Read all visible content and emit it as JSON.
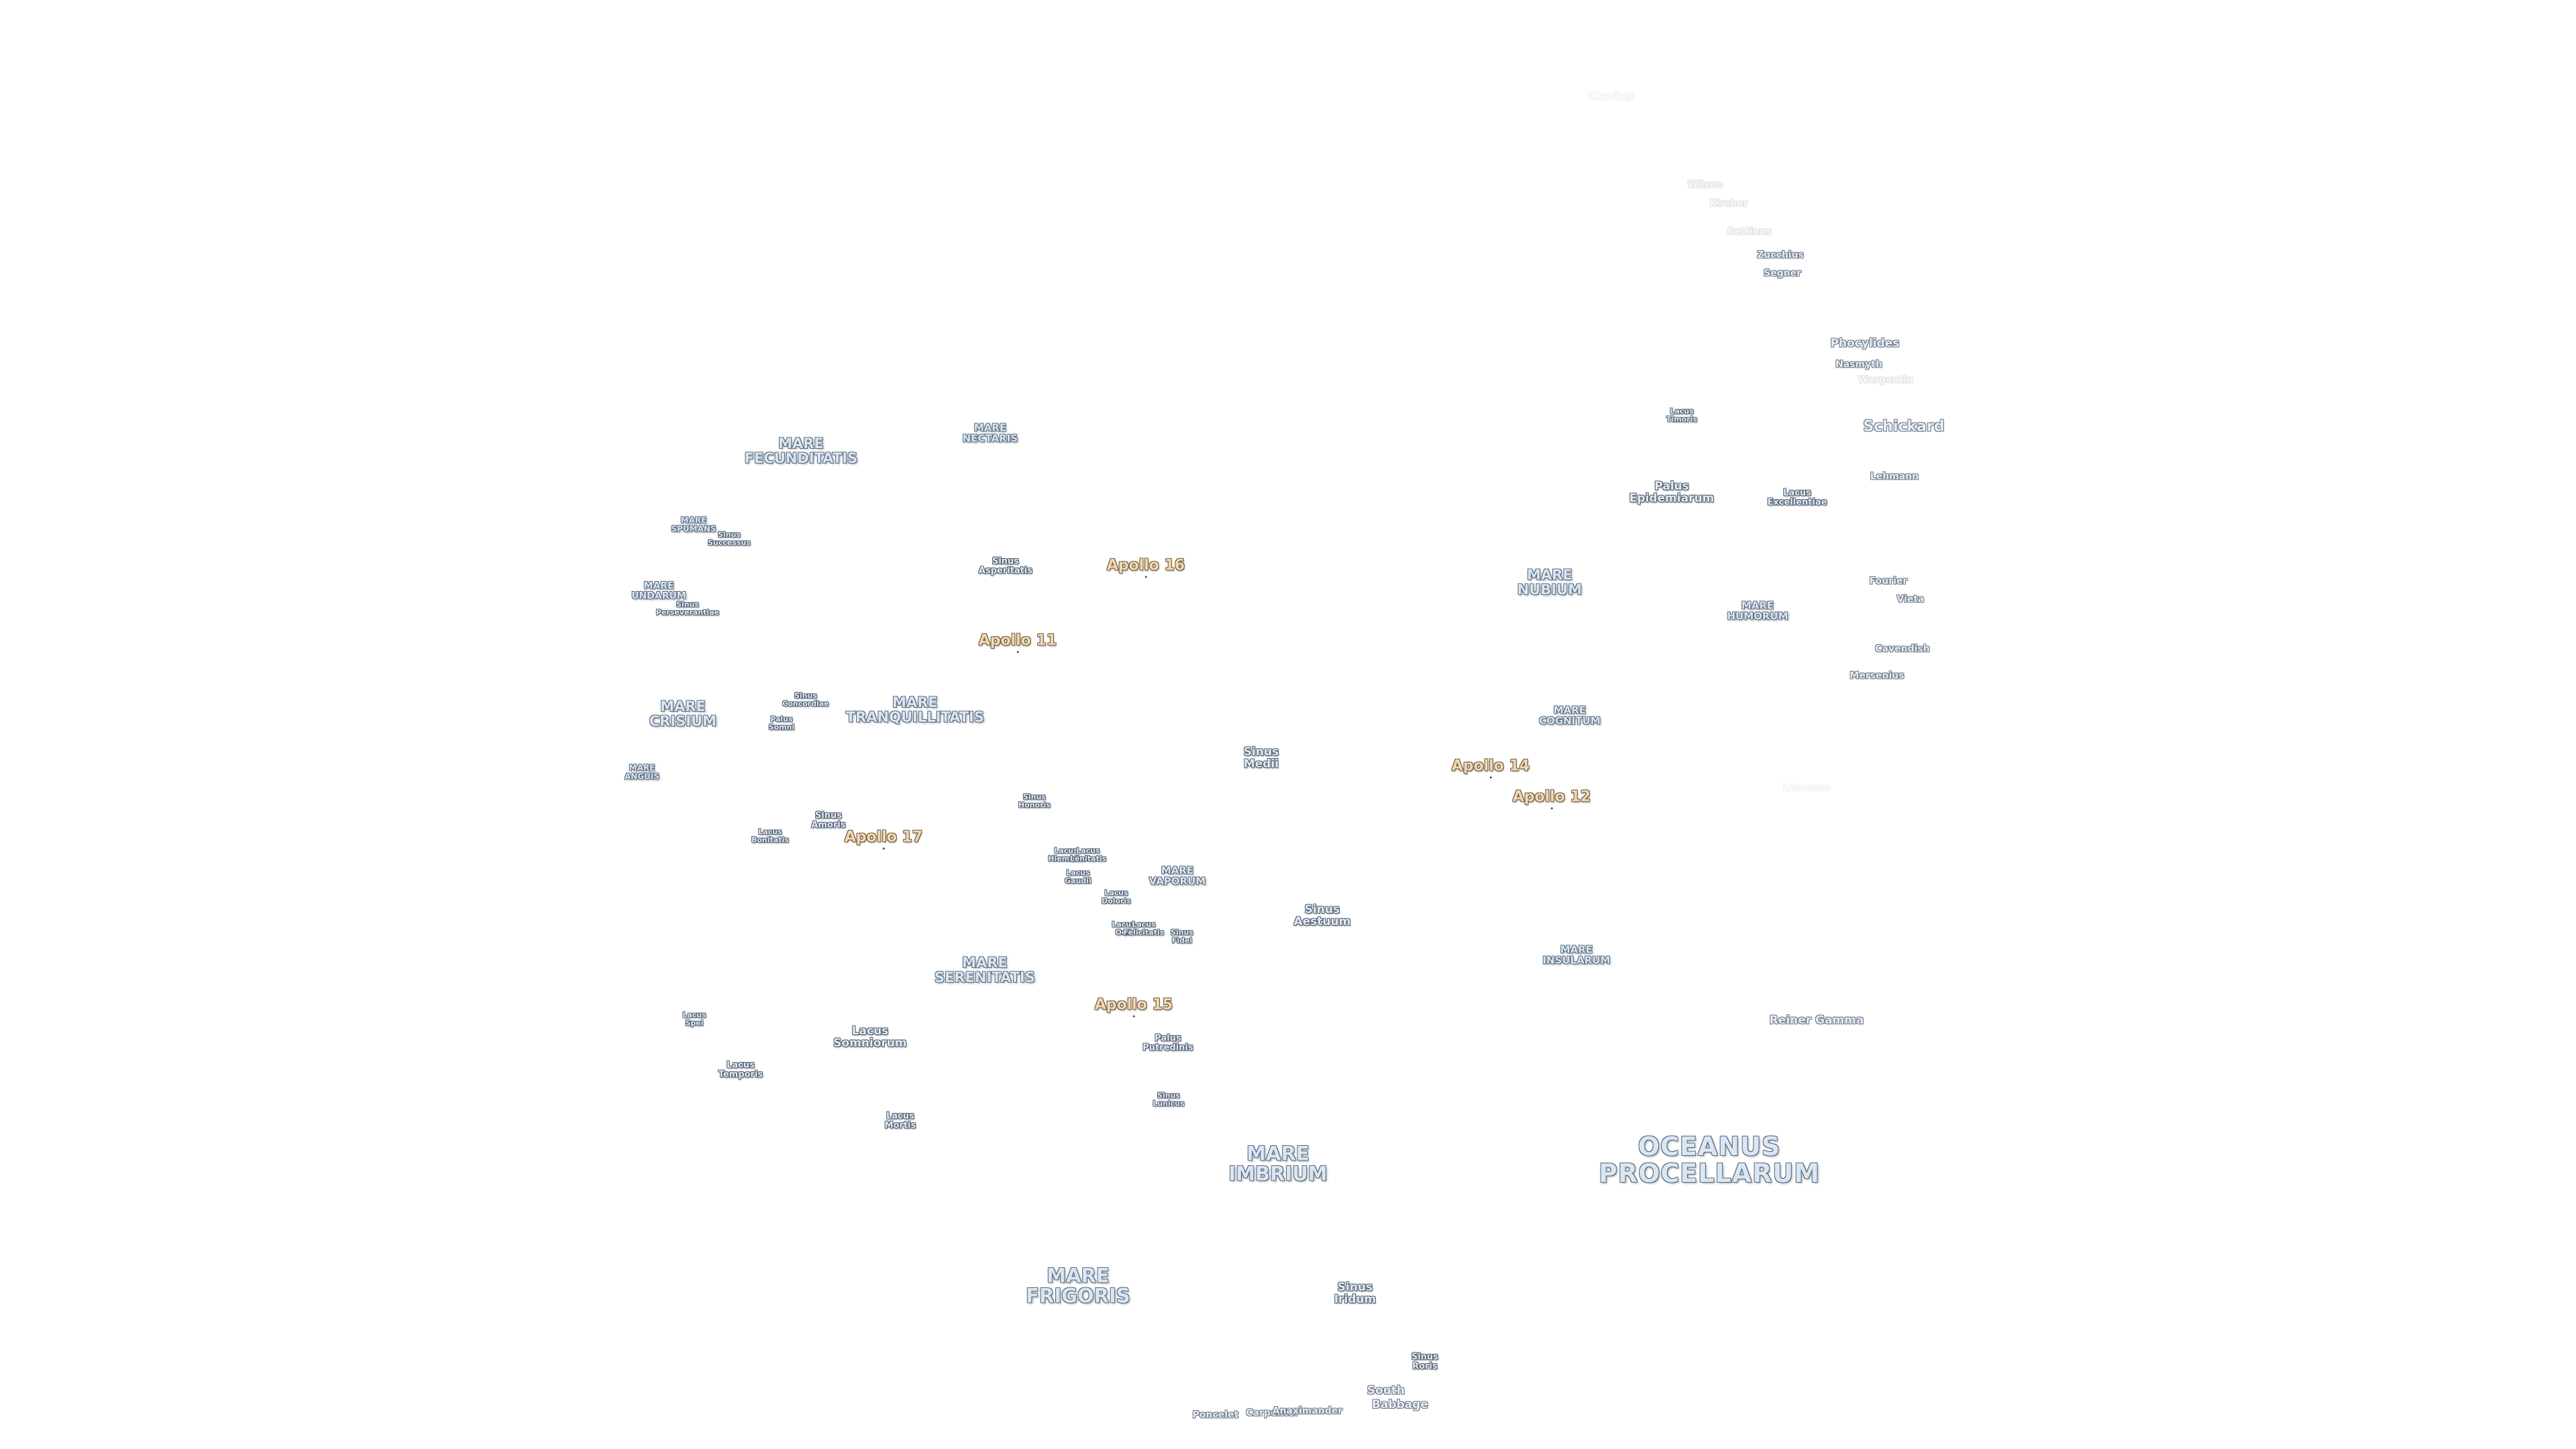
{
  "map": {
    "colors": {
      "background": "#ffffff",
      "mare_fill": "#d9e6f3",
      "mare_outline": "#5a6a7e",
      "apollo_fill": "#f3d9b4",
      "apollo_outline": "#6e5a3c",
      "crater_fill": "#e8eef5"
    },
    "labels": [
      {
        "id": "oceanus-procellarum",
        "lines": [
          "OCEANUS",
          "PROCELLARUM"
        ]
      },
      {
        "id": "mare-imbrium",
        "lines": [
          "MARE",
          "IMBRIUM"
        ]
      },
      {
        "id": "mare-frigoris",
        "lines": [
          "MARE",
          "FRIGORIS"
        ]
      },
      {
        "id": "mare-serenitatis",
        "lines": [
          "MARE",
          "SERENITATIS"
        ]
      },
      {
        "id": "mare-tranquillitatis",
        "lines": [
          "MARE",
          "TRANQUILLITATIS"
        ]
      },
      {
        "id": "mare-fecunditatis",
        "lines": [
          "MARE",
          "FECUNDITATIS"
        ]
      },
      {
        "id": "mare-nectaris",
        "lines": [
          "MARE",
          "NECTARIS"
        ]
      },
      {
        "id": "mare-crisium",
        "lines": [
          "MARE",
          "CRISIUM"
        ]
      },
      {
        "id": "mare-nubium",
        "lines": [
          "MARE",
          "NUBIUM"
        ]
      },
      {
        "id": "mare-humorum",
        "lines": [
          "MARE",
          "HUMORUM"
        ]
      },
      {
        "id": "mare-cognitum",
        "lines": [
          "MARE",
          "COGNITUM"
        ]
      },
      {
        "id": "mare-insularum",
        "lines": [
          "MARE",
          "INSULARUM"
        ]
      },
      {
        "id": "mare-vaporum",
        "lines": [
          "MARE",
          "VAPORUM"
        ]
      },
      {
        "id": "mare-spumans",
        "lines": [
          "MARE",
          "SPUMANS"
        ]
      },
      {
        "id": "mare-undarum",
        "lines": [
          "MARE",
          "UNDARUM"
        ]
      },
      {
        "id": "mare-anguis",
        "lines": [
          "MARE",
          "ANGUIS"
        ]
      },
      {
        "id": "sinus-successus",
        "lines": [
          "Sinus",
          "Successus"
        ]
      },
      {
        "id": "sinus-perseverantiae",
        "lines": [
          "Sinus",
          "Perseverantiae"
        ]
      },
      {
        "id": "sinus-asperitatis",
        "lines": [
          "Sinus",
          "Asperitatis"
        ]
      },
      {
        "id": "sinus-concordiae",
        "lines": [
          "Sinus",
          "Concordiae"
        ]
      },
      {
        "id": "palus-somni",
        "lines": [
          "Palus",
          "Somni"
        ]
      },
      {
        "id": "sinus-medii",
        "lines": [
          "Sinus",
          "Medii"
        ]
      },
      {
        "id": "sinus-honoris",
        "lines": [
          "Sinus",
          "Honoris"
        ]
      },
      {
        "id": "sinus-amoris",
        "lines": [
          "Sinus",
          "Amoris"
        ]
      },
      {
        "id": "lacus-bonitatis",
        "lines": [
          "Lacus",
          "Bonitatis"
        ]
      },
      {
        "id": "lacus-hiemalis",
        "lines": [
          "Lacus",
          "Hiemalis"
        ]
      },
      {
        "id": "lacus-lenitatis",
        "lines": [
          "Lacus",
          "Lenitatis"
        ]
      },
      {
        "id": "lacus-gaudii",
        "lines": [
          "Lacus",
          "Gaudii"
        ]
      },
      {
        "id": "lacus-doloris",
        "lines": [
          "Lacus",
          "Doloris"
        ]
      },
      {
        "id": "lacus-odii",
        "lines": [
          "Lacus",
          "Odii"
        ]
      },
      {
        "id": "lacus-felicitatis",
        "lines": [
          "Lacus",
          "Felicitatis"
        ]
      },
      {
        "id": "sinus-fidei",
        "lines": [
          "Sinus",
          "Fidei"
        ]
      },
      {
        "id": "sinus-aestuum",
        "lines": [
          "Sinus",
          "Aestuum"
        ]
      },
      {
        "id": "lacus-spei",
        "lines": [
          "Lacus",
          "Spei"
        ]
      },
      {
        "id": "lacus-somniorum",
        "lines": [
          "Lacus",
          "Somniorum"
        ]
      },
      {
        "id": "lacus-temporis",
        "lines": [
          "Lacus",
          "Temporis"
        ]
      },
      {
        "id": "lacus-mortis",
        "lines": [
          "Lacus",
          "Mortis"
        ]
      },
      {
        "id": "palus-putredinis",
        "lines": [
          "Palus",
          "Putredinis"
        ]
      },
      {
        "id": "sinus-lunicus",
        "lines": [
          "Sinus",
          "Lunicus"
        ]
      },
      {
        "id": "sinus-iridum",
        "lines": [
          "Sinus",
          "Iridum"
        ]
      },
      {
        "id": "sinus-roris",
        "lines": [
          "Sinus",
          "Roris"
        ]
      },
      {
        "id": "lacus-timoris",
        "lines": [
          "Lacus",
          "Timoris"
        ]
      },
      {
        "id": "palus-epidemiarum",
        "lines": [
          "Palus",
          "Epidemiarum"
        ]
      },
      {
        "id": "lacus-excellentiae",
        "lines": [
          "Lacus",
          "Excellentiae"
        ]
      },
      {
        "id": "apollo-11",
        "lines": [
          "Apollo 11"
        ]
      },
      {
        "id": "apollo-12",
        "lines": [
          "Apollo 12"
        ]
      },
      {
        "id": "apollo-14",
        "lines": [
          "Apollo 14"
        ]
      },
      {
        "id": "apollo-15",
        "lines": [
          "Apollo 15"
        ]
      },
      {
        "id": "apollo-16",
        "lines": [
          "Apollo 16"
        ]
      },
      {
        "id": "apollo-17",
        "lines": [
          "Apollo 17"
        ]
      },
      {
        "id": "crater-clavius",
        "lines": [
          "Clavius"
        ]
      },
      {
        "id": "crater-wilson",
        "lines": [
          "Wilson"
        ]
      },
      {
        "id": "crater-kircher",
        "lines": [
          "Kircher"
        ]
      },
      {
        "id": "crater-bettinus",
        "lines": [
          "Bettinus"
        ]
      },
      {
        "id": "crater-zucchius",
        "lines": [
          "Zucchius"
        ]
      },
      {
        "id": "crater-segner",
        "lines": [
          "Segner"
        ]
      },
      {
        "id": "crater-phocylides",
        "lines": [
          "Phocylides"
        ]
      },
      {
        "id": "crater-nasmyth",
        "lines": [
          "Nasmyth"
        ]
      },
      {
        "id": "crater-wargentin",
        "lines": [
          "Wargentin"
        ]
      },
      {
        "id": "crater-schickard",
        "lines": [
          "Schickard"
        ]
      },
      {
        "id": "crater-lehmann",
        "lines": [
          "Lehmann"
        ]
      },
      {
        "id": "crater-fourier",
        "lines": [
          "Fourier"
        ]
      },
      {
        "id": "crater-vieta",
        "lines": [
          "Vieta"
        ]
      },
      {
        "id": "crater-cavendish",
        "lines": [
          "Cavendish"
        ]
      },
      {
        "id": "crater-mersenius",
        "lines": [
          "Mersenius"
        ]
      },
      {
        "id": "crater-letronne",
        "lines": [
          "Letronne"
        ]
      },
      {
        "id": "crater-reiner-gamma",
        "lines": [
          "Reiner Gamma"
        ]
      },
      {
        "id": "crater-south",
        "lines": [
          "South"
        ]
      },
      {
        "id": "crater-babbage",
        "lines": [
          "Babbage"
        ]
      },
      {
        "id": "crater-poncelet",
        "lines": [
          "Poncelet"
        ]
      },
      {
        "id": "crater-carpenter",
        "lines": [
          "Carpenter"
        ]
      },
      {
        "id": "crater-anaximander",
        "lines": [
          "Anaximander"
        ]
      }
    ]
  }
}
